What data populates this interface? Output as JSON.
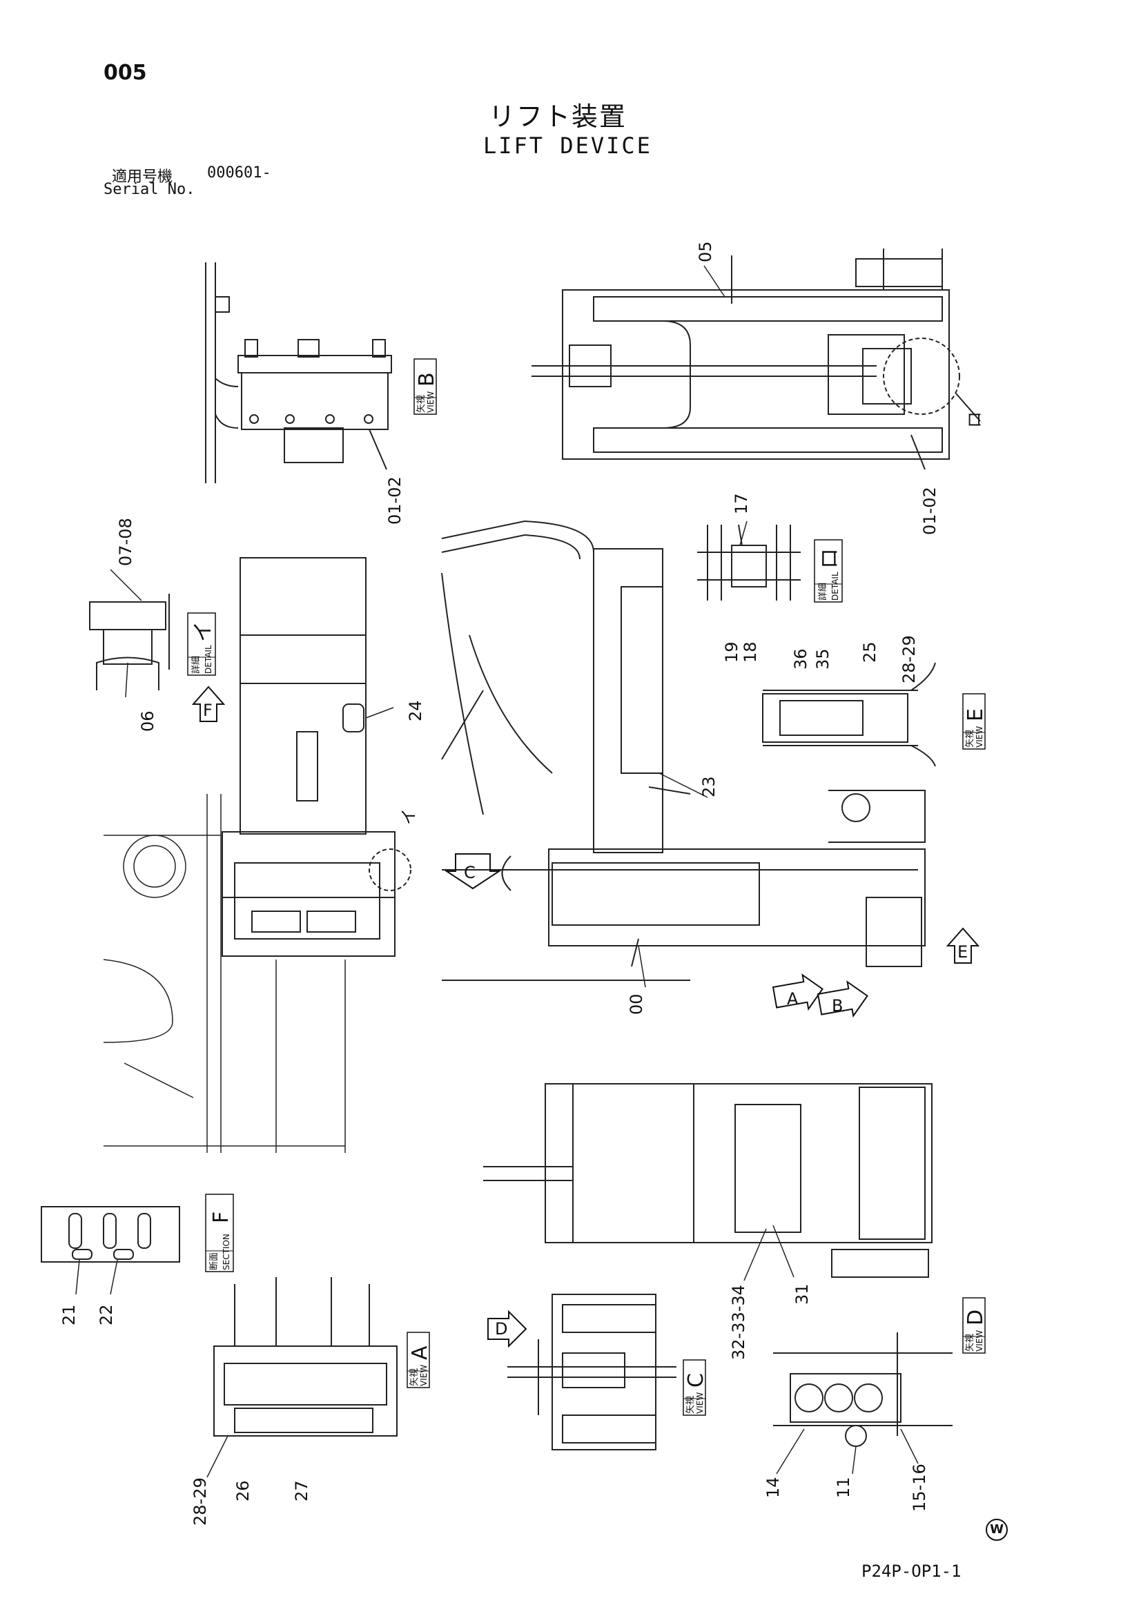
{
  "header": {
    "page_number": "005",
    "title_jp": "リフト装置",
    "title_en": "LIFT DEVICE",
    "serial_label_jp": "適用号機",
    "serial_value": "000601-",
    "serial_label_en": "Serial No."
  },
  "views": {
    "view_b": {
      "jp": "矢視",
      "en": "VIEW",
      "letter": "B"
    },
    "view_e": {
      "jp": "矢視",
      "en": "VIEW",
      "letter": "E"
    },
    "view_a": {
      "jp": "矢視",
      "en": "VIEW",
      "letter": "A"
    },
    "view_c": {
      "jp": "矢視",
      "en": "VIEW",
      "letter": "C"
    },
    "view_d": {
      "jp": "矢視",
      "en": "VIEW",
      "letter": "D"
    },
    "detail_i": {
      "jp": "詳細",
      "en": "DETAIL",
      "letter": "イ"
    },
    "detail_ro": {
      "jp": "詳細",
      "en": "DETAIL",
      "letter": "ロ"
    },
    "section_f": {
      "jp": "断面",
      "en": "SECTION",
      "letter": "F"
    }
  },
  "arrows": {
    "a": "A",
    "b": "B",
    "c": "C",
    "d": "D",
    "e": "E",
    "f": "F"
  },
  "callouts": {
    "c_05": "05",
    "c_0102_left": "01-02",
    "c_0102_right": "01-02",
    "c_ro": "ロ",
    "c_i": "イ",
    "c_0708": "07-08",
    "c_06": "06",
    "c_24": "24",
    "c_17": "17",
    "c_19": "19",
    "c_18": "18",
    "c_36": "36",
    "c_35": "35",
    "c_25": "25",
    "c_2829_e": "28-29",
    "c_23": "23",
    "c_00": "00",
    "c_21": "21",
    "c_22": "22",
    "c_323334": "32-33-34",
    "c_31": "31",
    "c_2829_a": "28-29",
    "c_26": "26",
    "c_27": "27",
    "c_14": "14",
    "c_11": "11",
    "c_1516": "15-16"
  },
  "footer": {
    "code": "P24P-OP1-1",
    "mark": "W"
  }
}
